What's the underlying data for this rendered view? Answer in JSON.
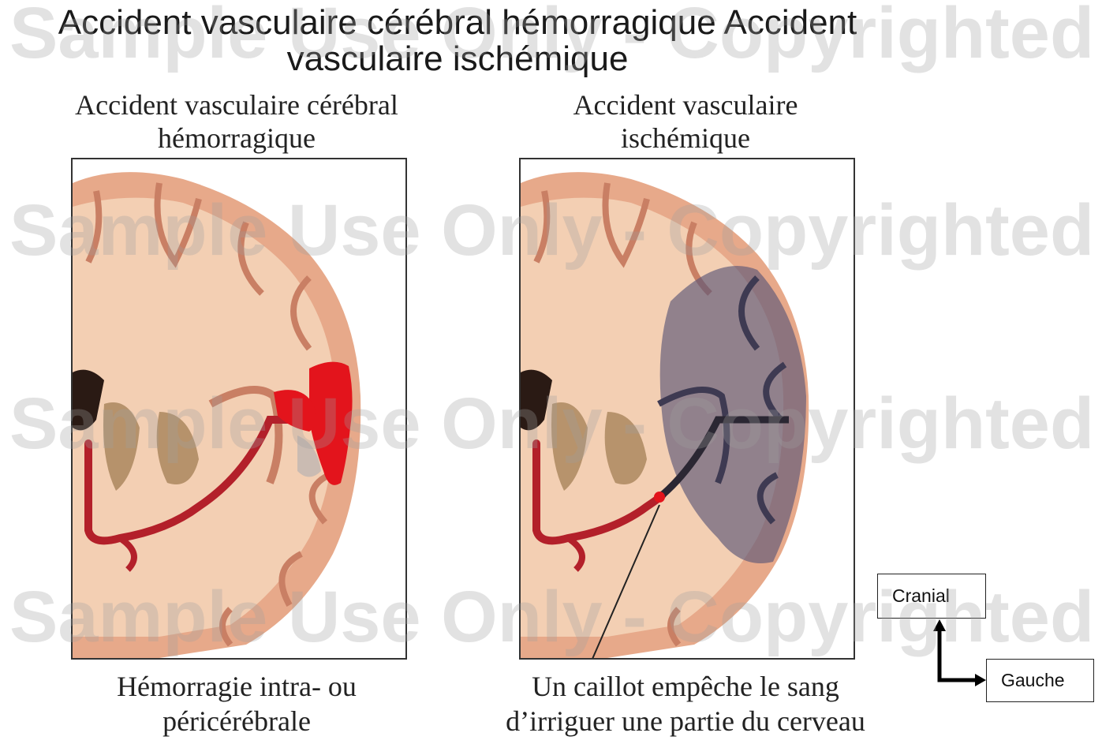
{
  "main_title": "Accident vasculaire cérébral hémorragique Accident vasculaire ischémique",
  "watermark": "Sample Use Only - Copyrighted",
  "panels": [
    {
      "title": "Accident vasculaire cérébral hémorragique",
      "caption": "Hémorragie intra- ou péricérébrale"
    },
    {
      "title": "Accident vasculaire ischémique",
      "caption": "Un caillot empêche le sang d’irriguer une partie du cerveau"
    }
  ],
  "orientation": {
    "cranial_label": "Cranial",
    "gauche_label": "Gauche"
  },
  "colors": {
    "brain_tissue": "#f3cfb3",
    "cortex": "#e7a98a",
    "artery": "#b3202a",
    "hemorrhage": "#e3141c",
    "ischemic_zone": "#5c5878"
  }
}
